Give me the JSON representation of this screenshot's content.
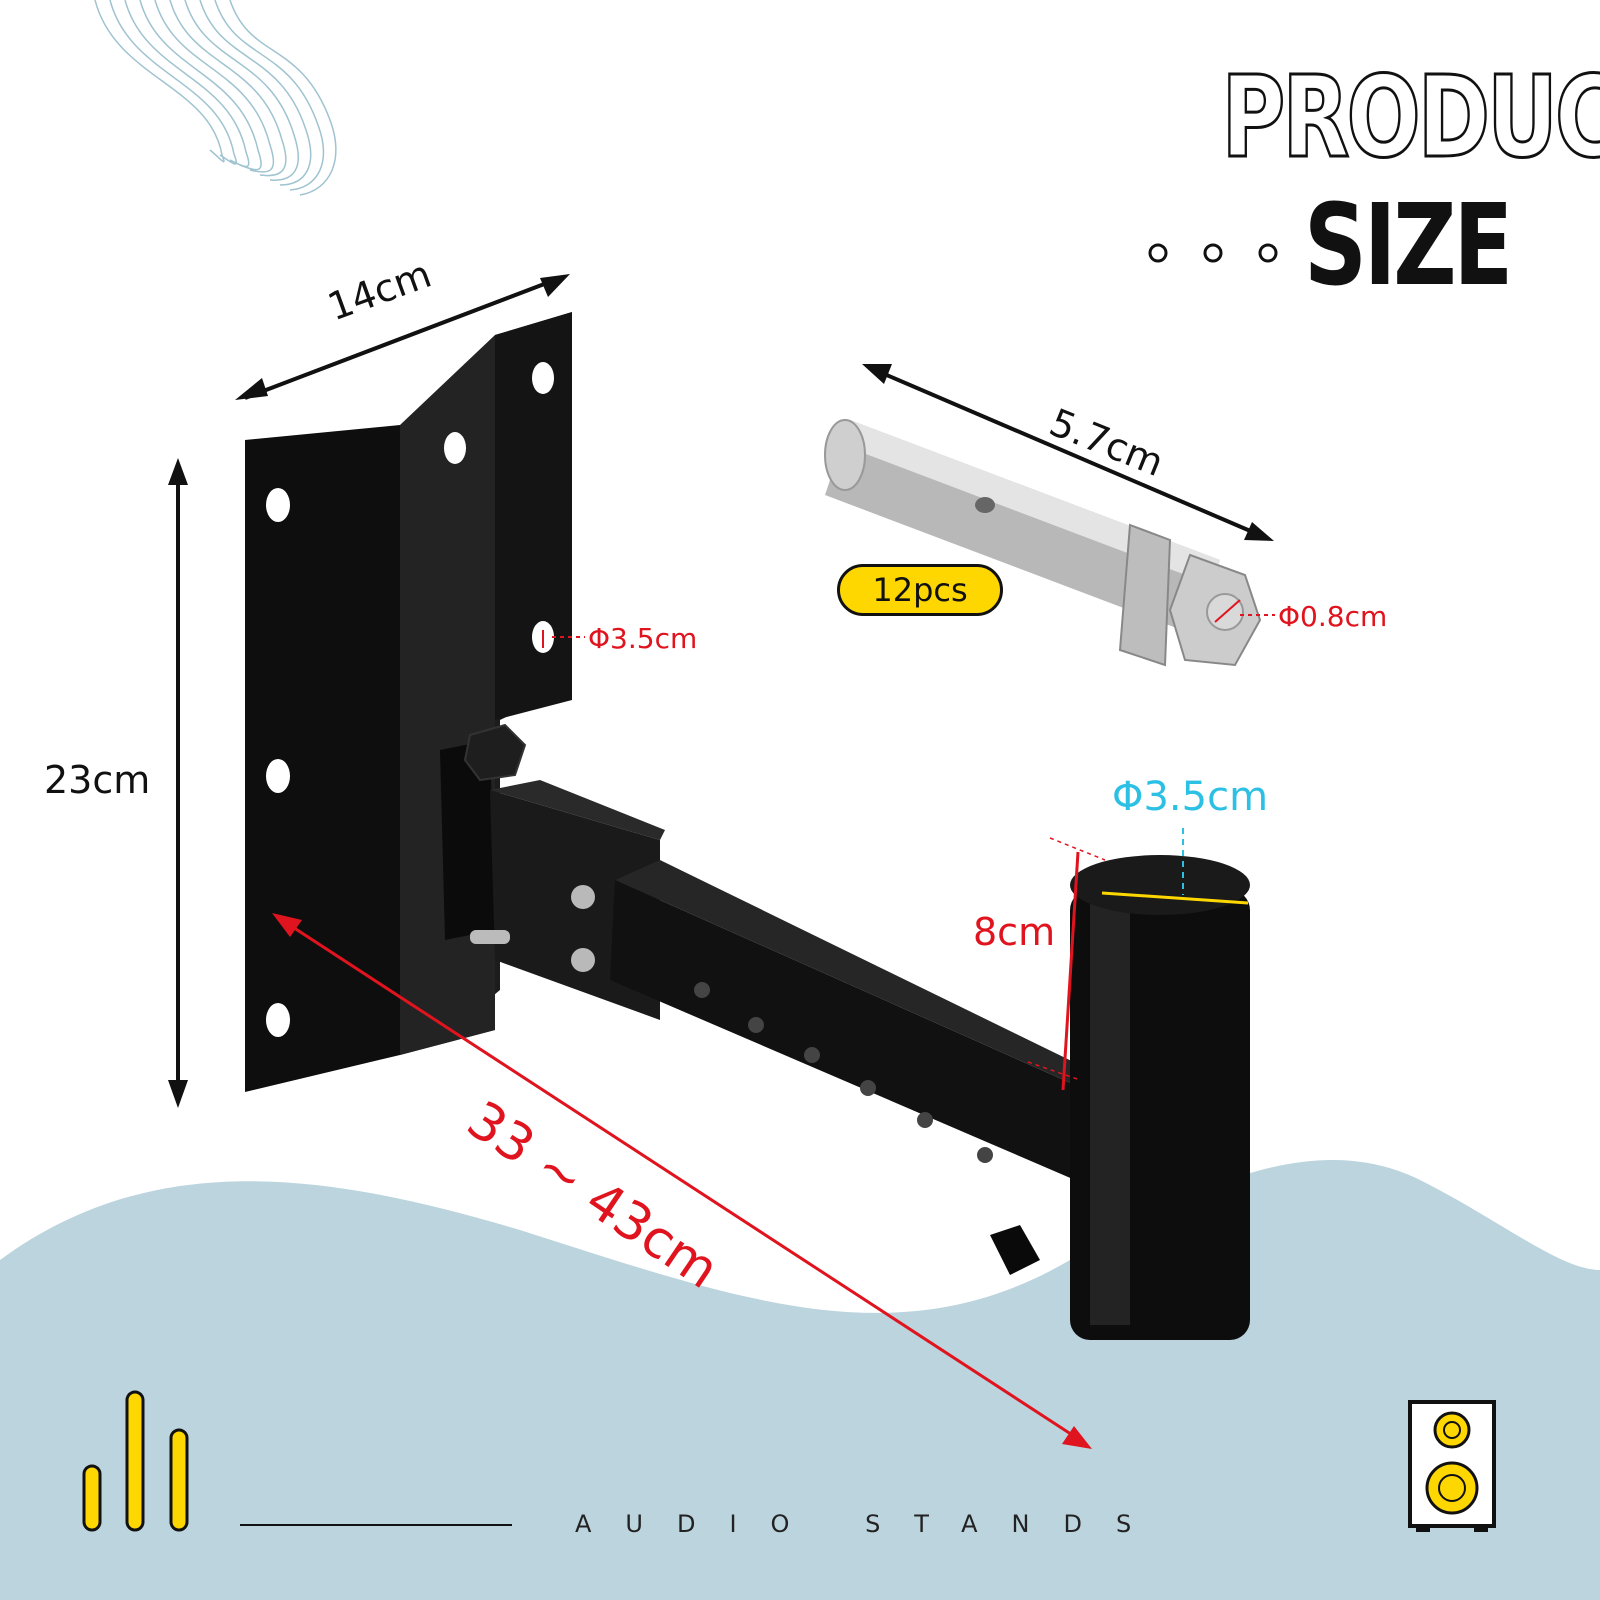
{
  "title": {
    "line1": "PRODUCT",
    "line2": "SIZE"
  },
  "dimensions": {
    "plate_width": "14cm",
    "plate_height": "23cm",
    "hole_diameter": "Φ3.5cm",
    "arm_length": "33 ~ 43cm",
    "tube_height": "8cm",
    "tube_diameter": "Φ3.5cm",
    "anchor_length": "5.7cm",
    "anchor_diameter": "Φ0.8cm"
  },
  "badge": {
    "quantity": "12pcs"
  },
  "footer": {
    "label": "AUDIO STANDS"
  },
  "colors": {
    "accent_yellow": "#ffd700",
    "wave_blue": "#bcd4de",
    "dimension_red": "#e0141e",
    "dimension_blue": "#2bc0e4",
    "product_black": "#111111"
  },
  "icons": [
    "sound-level-bars-icon",
    "speaker-icon"
  ]
}
